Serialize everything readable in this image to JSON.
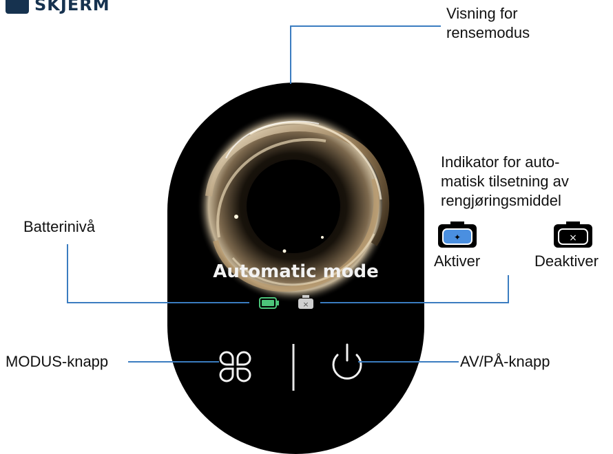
{
  "header": {
    "title": "SKJERM"
  },
  "screen": {
    "mode_text": "Automatic mode"
  },
  "callouts": {
    "cleaning_mode_display": [
      "Visning for",
      "rensemodus"
    ],
    "detergent_indicator": [
      "Indikator for auto-",
      "matisk tilsetning av",
      "rengjøringsmiddel"
    ],
    "battery_level": "Batterinivå",
    "mode_button": "MODUS-knapp",
    "power_button": "AV/PÅ-knapp"
  },
  "legend": {
    "activate": "Aktiver",
    "deactivate": "Deaktiver"
  },
  "colors": {
    "leader_line": "#3a7cc0",
    "battery": "#4cc47a",
    "active_icon": "#4a8fe0",
    "header_icon": "#16324f"
  },
  "icons": {
    "mode_button": "four-petal-clover-icon",
    "power_button": "power-icon",
    "battery": "battery-icon",
    "detergent": "detergent-tank-icon"
  }
}
